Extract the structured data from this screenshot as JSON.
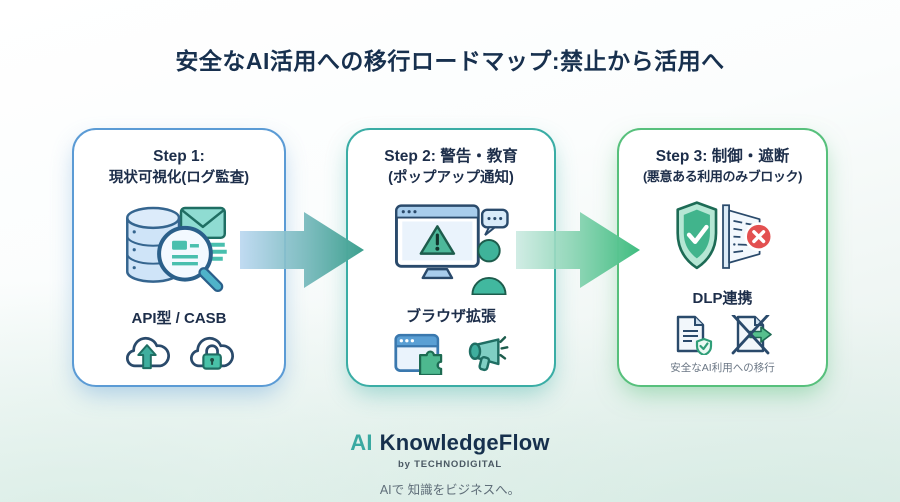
{
  "title": "安全なAI活用への移行ロードマップ:禁止から活用へ",
  "steps": [
    {
      "heading_line1": "Step 1:",
      "heading_line2": "現状可視化(ログ監査)",
      "label": "API型 / CASB",
      "border_color": "#5b9bd5",
      "main_icon": "database-log-audit-icon",
      "sub_icons": [
        "cloud-upload-icon",
        "cloud-lock-icon"
      ]
    },
    {
      "heading_line1": "Step 2: 警告・教育",
      "heading_line2": "(ポップアップ通知)",
      "label": "ブラウザ拡張",
      "border_color": "#3aada5",
      "main_icon": "monitor-warning-popup-icon",
      "sub_icons": [
        "browser-extension-icon",
        "megaphone-icon"
      ]
    },
    {
      "heading_line1": "Step 3: 制御・遮断",
      "heading_line2": "(悪意ある利用のみブロック)",
      "label": "DLP連携",
      "caption": "安全なAI利用への移行",
      "border_color": "#57c07c",
      "main_icon": "shield-firewall-block-icon",
      "sub_icons": [
        "document-shield-icon",
        "document-blocked-icon"
      ]
    }
  ],
  "footer": {
    "brand_prefix": "AI",
    "brand_name": "KnowledgeFlow",
    "byline": "by TECHNODIGITAL",
    "tagline": "AIで 知識をビジネスへ。"
  },
  "colors": {
    "title_text": "#17304e",
    "card_text": "#1d2e4a",
    "caption_text": "#6a7684",
    "arrow1_start": "#b5d4ef",
    "arrow1_end": "#3da08e",
    "arrow2_start": "#c9e9e0",
    "arrow2_end": "#3fbc7f",
    "brand_ai_teal": "#39a9a1",
    "brand_navy": "#16304d",
    "icon_teal": "#49bfae",
    "icon_green": "#41b48c",
    "icon_navy_outline": "#2a4a6b",
    "icon_blue_fill": "#cfe4f8",
    "alert_red": "#e35050"
  }
}
